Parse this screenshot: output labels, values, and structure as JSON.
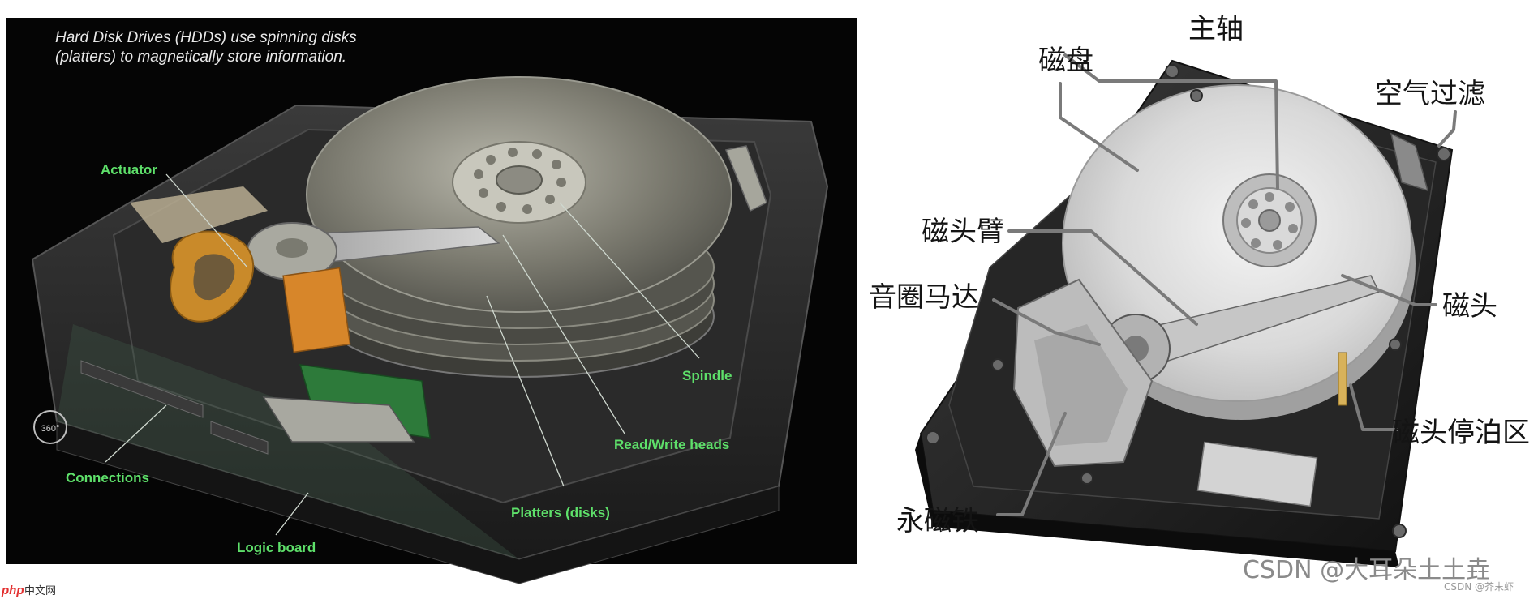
{
  "left_panel": {
    "caption_line1": "Hard Disk Drives (HDDs) use spinning disks",
    "caption_line2": "(platters) to magnetically store information.",
    "labels": {
      "actuator": "Actuator",
      "spindle": "Spindle",
      "read_write_heads": "Read/Write heads",
      "platters": "Platters (disks)",
      "connections": "Connections",
      "logic_board": "Logic board"
    },
    "badge": "360°",
    "colors": {
      "background": "#050505",
      "label": "#5ee06a"
    }
  },
  "right_panel": {
    "labels": {
      "spindle": "主轴",
      "platter": "磁盘",
      "air_filter": "空气过滤",
      "head_arm": "磁头臂",
      "voice_coil_motor": "音圈马达",
      "head": "磁头",
      "head_parking_zone": "磁头停泊区",
      "permanent_magnet": "永磁铁"
    },
    "watermark": "CSDN @大耳朵土土垚",
    "watermark_small": "CSDN @芥末虾",
    "colors": {
      "leader": "#7a7a7a"
    }
  },
  "footer": {
    "logo_php": "php",
    "logo_text": "中文网"
  }
}
